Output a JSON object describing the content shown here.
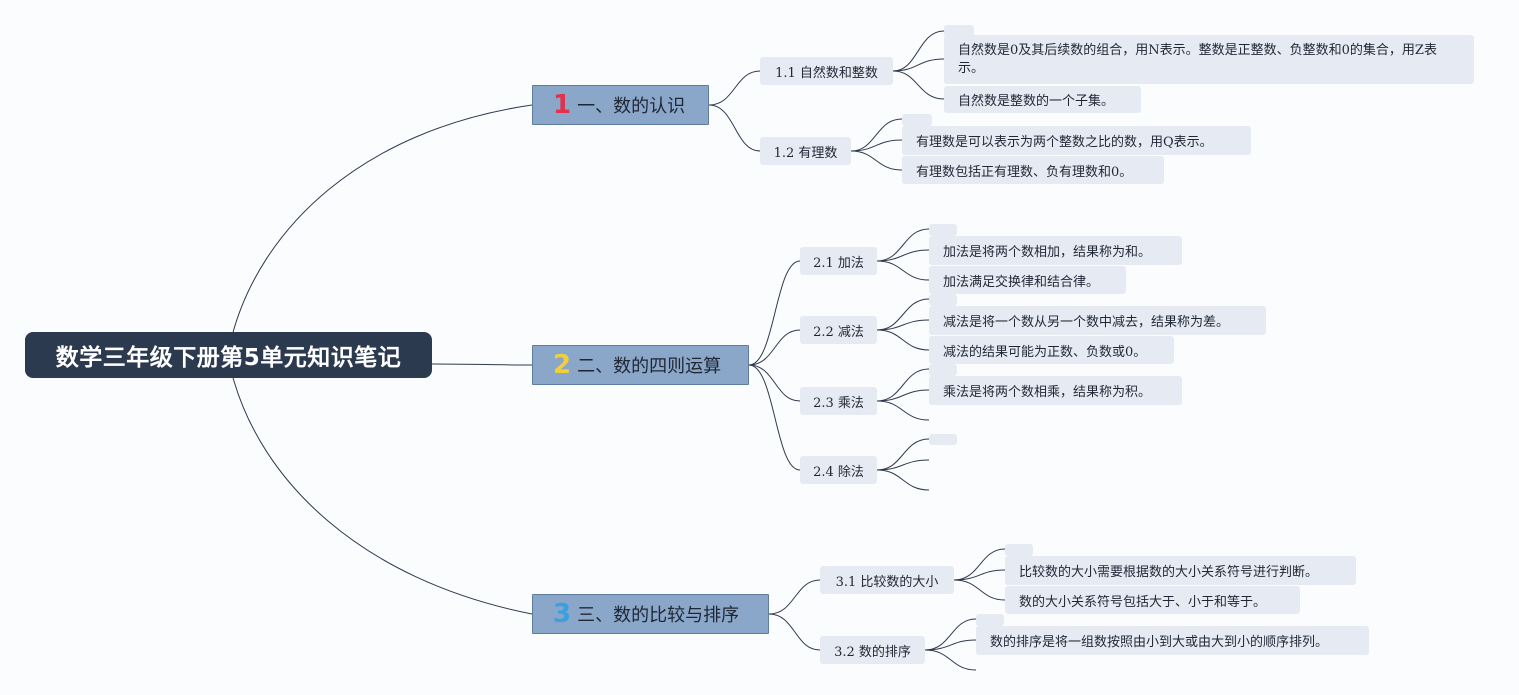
{
  "root": {
    "title": "数学三年级下册第5单元知识笔记"
  },
  "branches": [
    {
      "number": "1",
      "number_color": "#e0324e",
      "title": "一、数的认识",
      "subs": [
        {
          "title": "1.1 自然数和整数",
          "leaves": [
            "自然数是0及其后续数的组合，用N表示。整数是正整数、负整数和0的集合，用Z表示。",
            "自然数是整数的一个子集。"
          ]
        },
        {
          "title": "1.2 有理数",
          "leaves": [
            "有理数是可以表示为两个整数之比的数，用Q表示。",
            "有理数包括正有理数、负有理数和0。"
          ]
        }
      ]
    },
    {
      "number": "2",
      "number_color": "#f0cf3c",
      "title": "二、数的四则运算",
      "subs": [
        {
          "title": "2.1 加法",
          "leaves": [
            "加法是将两个数相加，结果称为和。",
            "加法满足交换律和结合律。"
          ]
        },
        {
          "title": "2.2 减法",
          "leaves": [
            "减法是将一个数从另一个数中减去，结果称为差。",
            "减法的结果可能为正数、负数或0。"
          ]
        },
        {
          "title": "2.3 乘法",
          "leaves": [
            "乘法是将两个数相乘，结果称为积。"
          ]
        },
        {
          "title": "2.4 除法",
          "leaves": []
        }
      ]
    },
    {
      "number": "3",
      "number_color": "#3b9fe0",
      "title": "三、数的比较与排序",
      "subs": [
        {
          "title": "3.1 比较数的大小",
          "leaves": [
            "比较数的大小需要根据数的大小关系符号进行判断。",
            "数的大小关系符号包括大于、小于和等于。"
          ]
        },
        {
          "title": "3.2 数的排序",
          "leaves": [
            "数的排序是将一组数按照由小到大或由大到小的顺序排列。"
          ]
        }
      ]
    }
  ]
}
